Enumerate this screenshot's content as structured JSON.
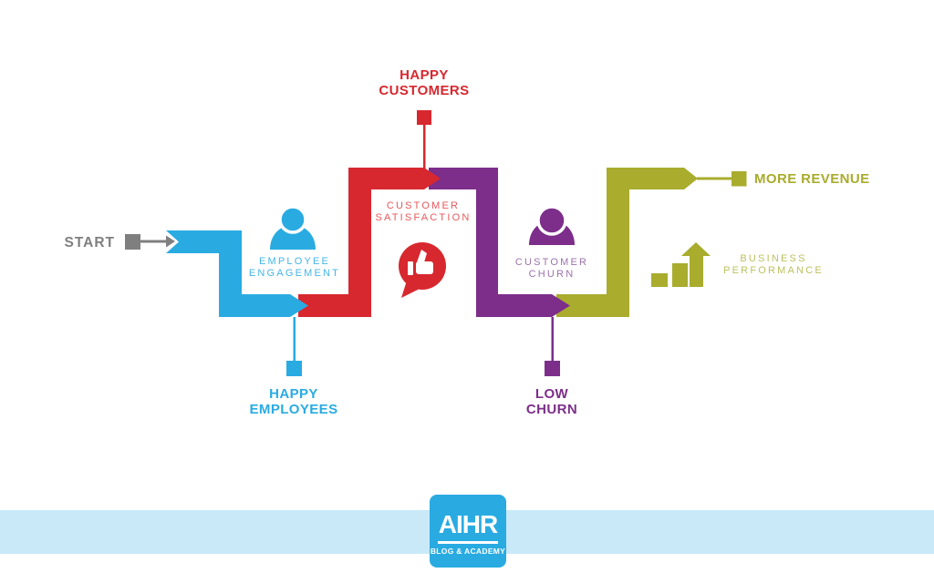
{
  "colors": {
    "blue": "#29abe2",
    "blue_light": "#45b6e8",
    "red": "#d7282f",
    "red_light": "#e6595d",
    "purple": "#7c2e8a",
    "purple_light": "#9c72ac",
    "olive": "#a9ac2d",
    "olive_light": "#bdc05f",
    "gray": "#7f7f7f",
    "band_blue": "#c9e9f9"
  },
  "start": {
    "label": "START"
  },
  "stages": [
    {
      "name": "employee-engagement",
      "label": "EMPLOYEE ENGAGEMENT",
      "icon": "person-icon"
    },
    {
      "name": "customer-satisfaction",
      "label": "CUSTOMER SATISFACTION",
      "icon": "thumbs-up-speech-bubble-icon"
    },
    {
      "name": "customer-churn",
      "label": "CUSTOMER CHURN",
      "icon": "person-icon"
    },
    {
      "name": "business-performance",
      "label": "BUSINESS PERFORMANCE",
      "icon": "growth-bars-arrow-icon"
    }
  ],
  "milestones": [
    {
      "name": "happy-customers",
      "label": "HAPPY CUSTOMERS"
    },
    {
      "name": "happy-employees",
      "label": "HAPPY EMPLOYEES"
    },
    {
      "name": "low-churn",
      "label": "LOW CHURN"
    },
    {
      "name": "more-revenue",
      "label": "MORE REVENUE"
    }
  ],
  "footer": {
    "logo_text": "AIHR",
    "logo_subtext": "BLOG & ACADEMY"
  }
}
